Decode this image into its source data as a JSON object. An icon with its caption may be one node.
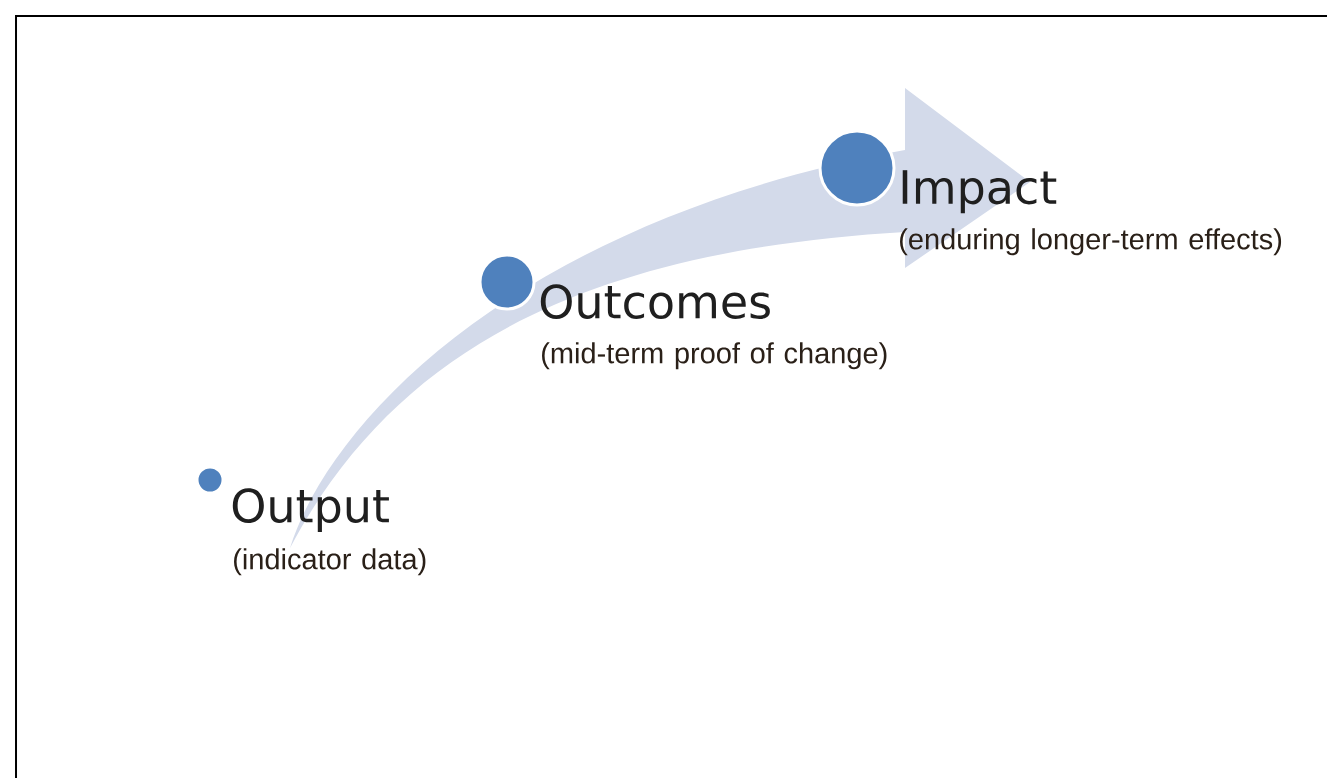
{
  "diagram": {
    "nodes": [
      {
        "text": [],
        "shape": "circle",
        "beside": [
          "Output",
          "(indicator data)"
        ]
      },
      {
        "text": [],
        "shape": "circle",
        "beside": [
          "Outcomes",
          "(mid-term proof of change)"
        ]
      },
      {
        "text": [],
        "shape": "circle",
        "beside": [
          "Impact",
          "(enduring longer-term effects)"
        ]
      }
    ]
  }
}
